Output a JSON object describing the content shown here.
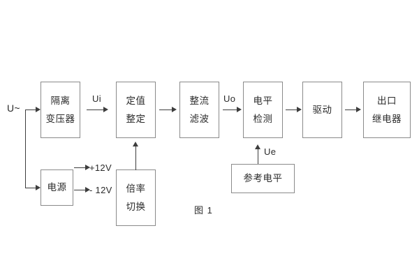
{
  "diagram": {
    "caption": "图 1",
    "input_port": "U~",
    "blocks": [
      {
        "id": "isolation-transformer",
        "lines": [
          "隔离",
          "变压器"
        ]
      },
      {
        "id": "setting-value",
        "lines": [
          "定值",
          "整定"
        ]
      },
      {
        "id": "rectify-filter",
        "lines": [
          "整流",
          "滤波"
        ]
      },
      {
        "id": "level-detect",
        "lines": [
          "电平",
          "检测"
        ]
      },
      {
        "id": "drive",
        "lines": [
          "驱动"
        ]
      },
      {
        "id": "output-relay",
        "lines": [
          "出口",
          "继电器"
        ]
      },
      {
        "id": "power-supply",
        "lines": [
          "电源"
        ]
      },
      {
        "id": "multiplier-switch",
        "lines": [
          "倍率",
          "切换"
        ]
      },
      {
        "id": "reference-level",
        "lines": [
          "参考电平"
        ]
      }
    ],
    "signals": {
      "ui": "Ui",
      "uo": "Uo",
      "ue": "Ue",
      "rail_positive": "+12V",
      "rail_negative": "- 12V"
    },
    "colors": {
      "block_border": "#8a8a8a",
      "line": "#3d3d3d",
      "text": "#2b2b2b",
      "background": "#ffffff"
    }
  }
}
